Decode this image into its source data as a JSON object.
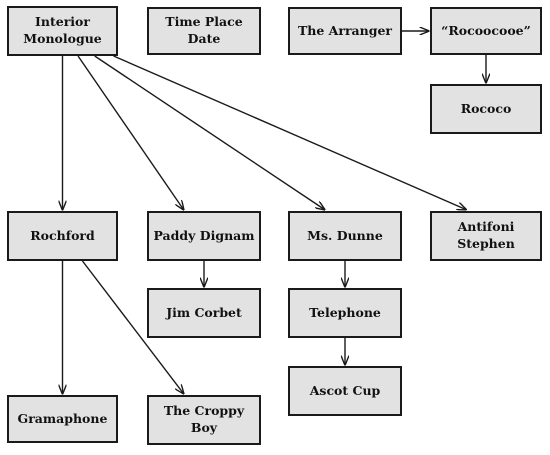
{
  "nodes": {
    "interior_monologue": "Interior\nMonologue",
    "time_place_date": "Time Place Date",
    "the_arranger": "The Arranger",
    "rococooe": "“Rocoocooe”",
    "rococo": "Rococo",
    "rochford": "Rochford",
    "paddy_dignam": "Paddy Dignam",
    "ms_dunne": "Ms.  Dunne",
    "antifoni_stephen": "Antifoni Stephen",
    "jim_corbet": "Jim Corbet",
    "telephone": "Telephone",
    "ascot_cup": "Ascot Cup",
    "gramaphone": "Gramaphone",
    "the_croppy_boy": "The Croppy Boy"
  },
  "edges": [
    {
      "from": "interior_monologue",
      "to": "rochford"
    },
    {
      "from": "interior_monologue",
      "to": "paddy_dignam"
    },
    {
      "from": "interior_monologue",
      "to": "ms_dunne"
    },
    {
      "from": "interior_monologue",
      "to": "antifoni_stephen"
    },
    {
      "from": "the_arranger",
      "to": "rococooe"
    },
    {
      "from": "rococooe",
      "to": "rococo"
    },
    {
      "from": "paddy_dignam",
      "to": "jim_corbet"
    },
    {
      "from": "ms_dunne",
      "to": "telephone"
    },
    {
      "from": "telephone",
      "to": "ascot_cup"
    },
    {
      "from": "rochford",
      "to": "gramaphone"
    },
    {
      "from": "rochford",
      "to": "the_croppy_boy"
    }
  ],
  "colors": {
    "box_fill": "#e2e2e2",
    "box_border": "#1a1a1a",
    "edge": "#1a1a1a"
  }
}
